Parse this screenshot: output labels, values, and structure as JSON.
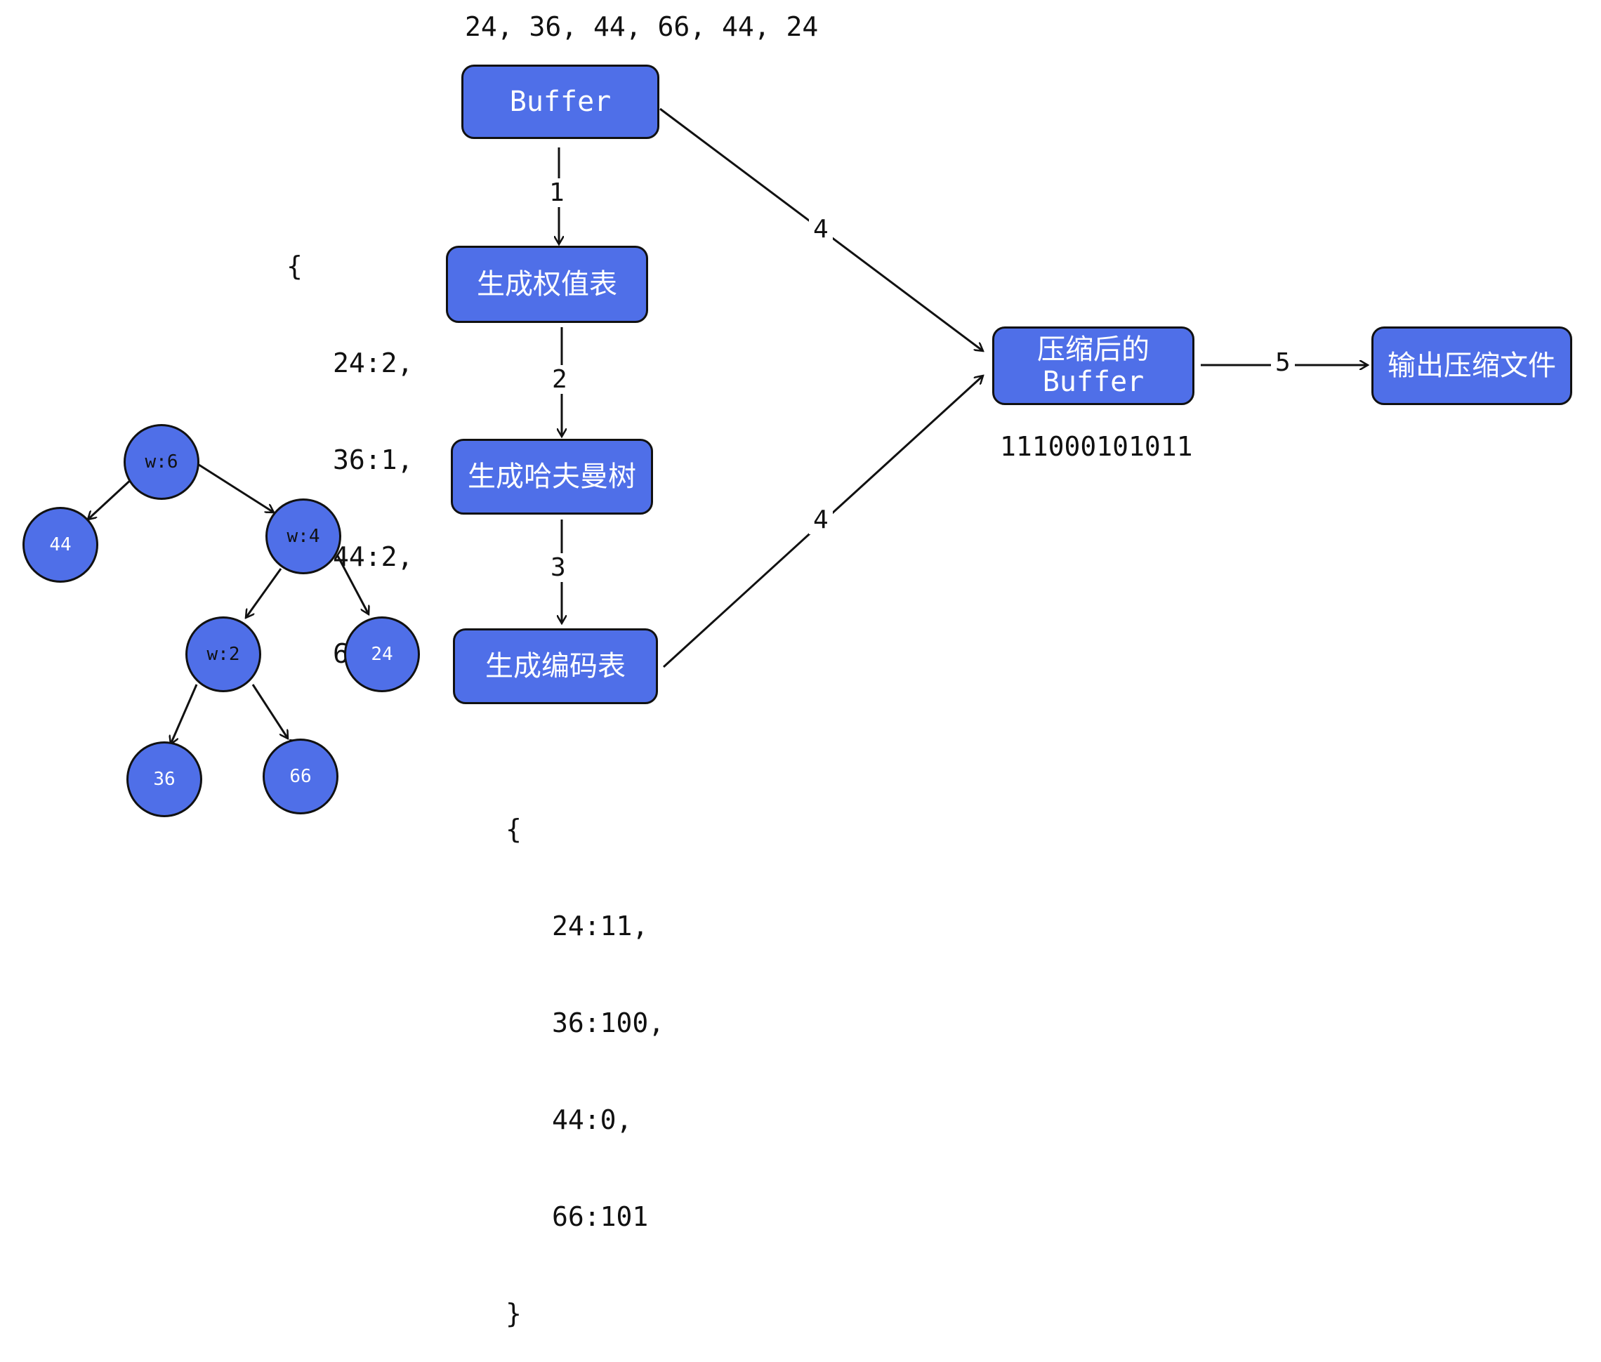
{
  "input_sequence": "24, 36, 44, 66, 44, 24",
  "boxes": {
    "buffer": "Buffer",
    "weight_table": "生成权值表",
    "huffman_tree": "生成哈夫曼树",
    "code_table": "生成编码表",
    "compressed_buffer_line1": "压缩后的",
    "compressed_buffer_line2": "Buffer",
    "output_file": "输出压缩文件"
  },
  "edge_labels": {
    "e1": "1",
    "e2": "2",
    "e3": "3",
    "e4a": "4",
    "e4b": "4",
    "e5": "5"
  },
  "weight_map": {
    "open": "{",
    "lines": [
      "24:2,",
      "36:1,",
      "44:2,",
      "66:1"
    ],
    "close": "}"
  },
  "code_map": {
    "open": "{",
    "lines": [
      "24:11,",
      "36:100,",
      "44:0,",
      "66:101"
    ],
    "close": "}"
  },
  "compressed_bits": "111000101011",
  "tree": {
    "root": "w:6",
    "n44": "44",
    "w4": "w:4",
    "w2": "w:2",
    "n24": "24",
    "n36": "36",
    "n66": "66"
  },
  "colors": {
    "node_fill": "#4f6fe8",
    "stroke": "#111111"
  }
}
